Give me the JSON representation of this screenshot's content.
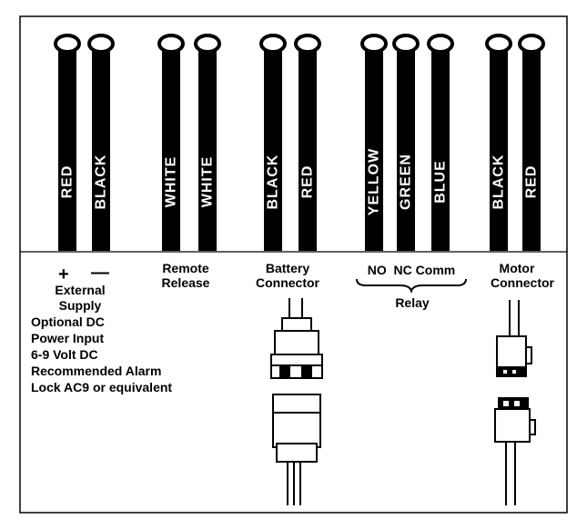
{
  "wires": [
    {
      "id": "w1",
      "label": "RED"
    },
    {
      "id": "w2",
      "label": "BLACK"
    },
    {
      "id": "w3",
      "label": "WHITE"
    },
    {
      "id": "w4",
      "label": "WHITE"
    },
    {
      "id": "w5",
      "label": "BLACK"
    },
    {
      "id": "w6",
      "label": "RED"
    },
    {
      "id": "w7",
      "label": "YELLOW"
    },
    {
      "id": "w8",
      "label": "GREEN"
    },
    {
      "id": "w9",
      "label": "BLUE"
    },
    {
      "id": "w10",
      "label": "BLACK"
    },
    {
      "id": "w11",
      "label": "RED"
    }
  ],
  "labels": {
    "plus": "+",
    "minus": "—",
    "external_supply": [
      "External",
      "Supply"
    ],
    "notes": [
      "Optional DC",
      "Power Input",
      "6-9 Volt DC",
      "Recommended Alarm",
      "Lock AC9 or equivalent"
    ],
    "remote_release": [
      "Remote",
      "Release"
    ],
    "battery_connector": [
      "Battery",
      "Connector"
    ],
    "relay_terms": "NO  NC Comm",
    "relay": "Relay",
    "motor_connector": [
      "Motor",
      "Connector"
    ]
  }
}
